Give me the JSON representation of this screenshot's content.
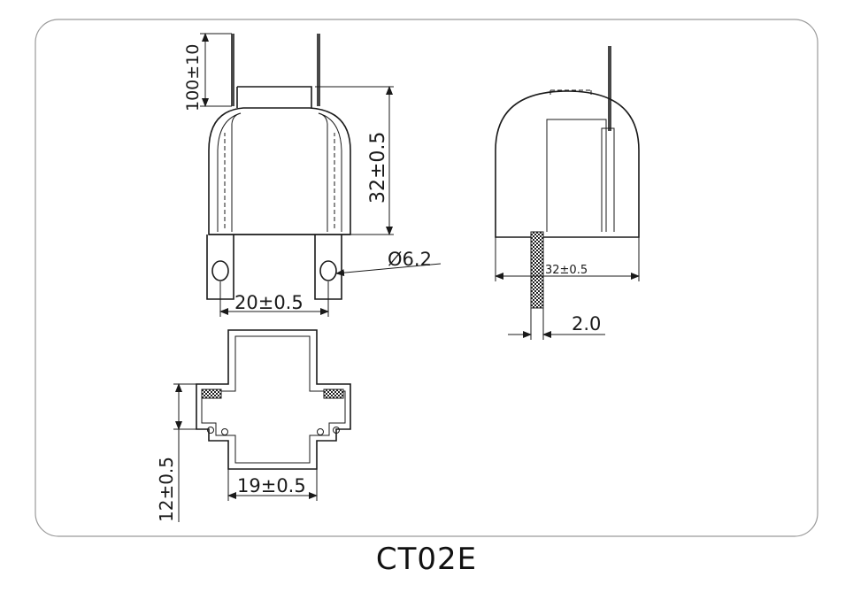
{
  "dimensions": {
    "lead_length": "100±10",
    "height": "32±0.5",
    "hole_diameter": "Ø6.2",
    "hole_spacing": "20±0.5",
    "side_width": "32±0.5",
    "thickness": "2.0",
    "bracket_height": "12±0.5",
    "bracket_width": "19±0.5"
  },
  "caption": "CT02E"
}
